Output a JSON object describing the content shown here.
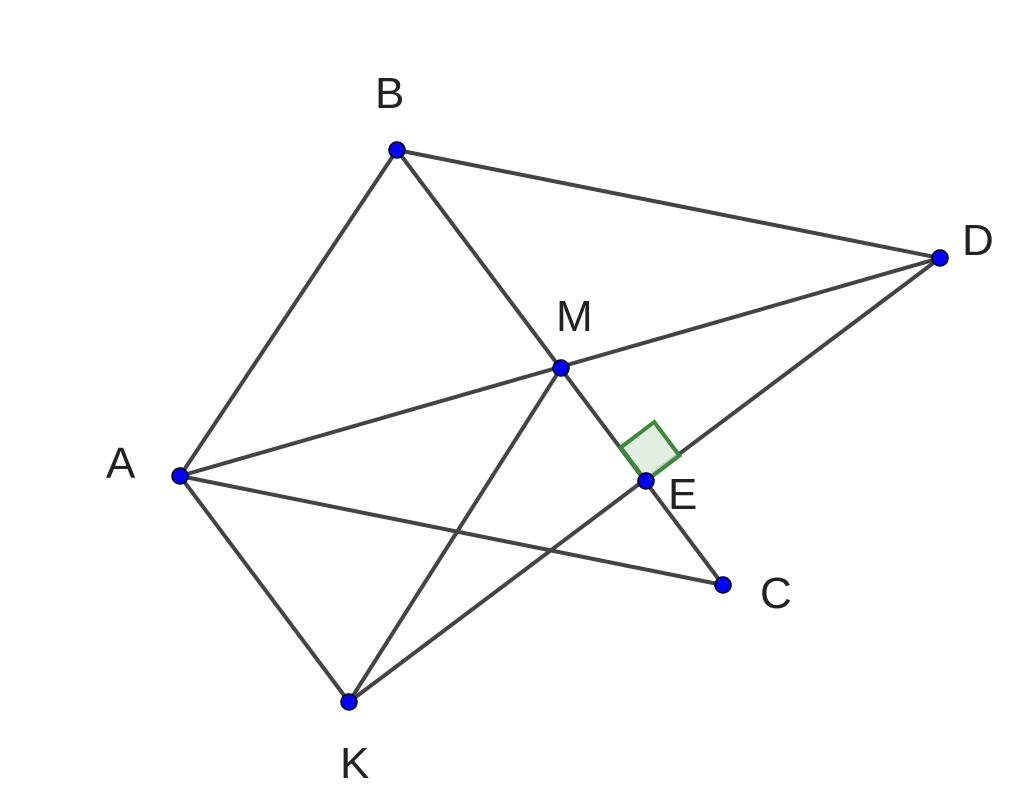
{
  "diagram": {
    "point_labels": {
      "A": "A",
      "B": "B",
      "C": "C",
      "D": "D",
      "E": "E",
      "K": "K",
      "M": "M"
    },
    "segments": [
      [
        "A",
        "B"
      ],
      [
        "B",
        "D"
      ],
      [
        "B",
        "C"
      ],
      [
        "A",
        "D"
      ],
      [
        "A",
        "C"
      ],
      [
        "A",
        "K"
      ],
      [
        "K",
        "M"
      ],
      [
        "K",
        "D"
      ]
    ],
    "right_angle": {
      "vertex": "E",
      "between": [
        "M",
        "D"
      ]
    },
    "colors": {
      "segment": "#444444",
      "point": "#0000ff",
      "right_angle_stroke": "#3a8a3a",
      "right_angle_fill": "#d9ead9"
    }
  }
}
